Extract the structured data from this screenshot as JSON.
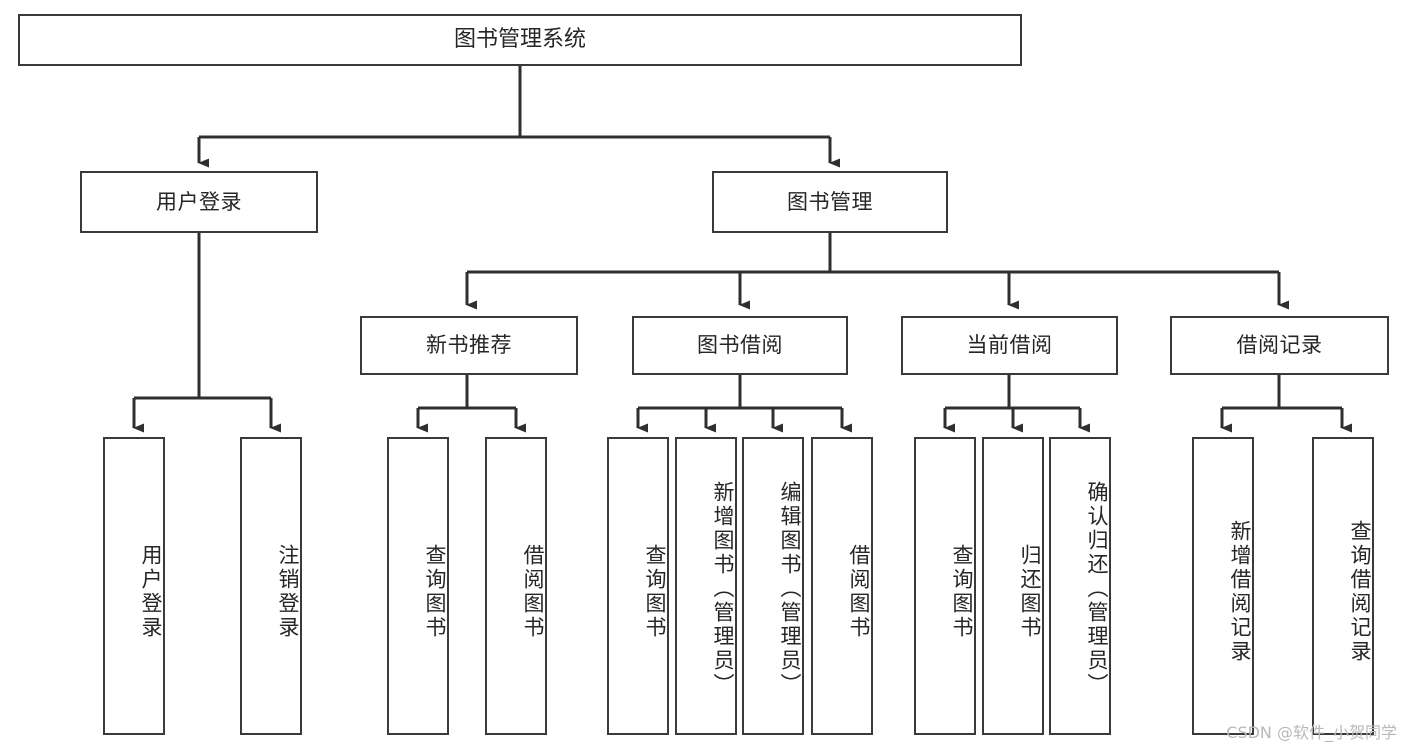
{
  "diagram": {
    "title": "图书管理系统",
    "type": "tree",
    "watermark": "CSDN @软件_小贺同学",
    "colors": {
      "border": "#3a3a3a",
      "text": "#262626",
      "background": "#ffffff",
      "edge": "#2f2f2f",
      "watermark": "#b9b9b9"
    },
    "levels": {
      "root": {
        "label": "图书管理系统"
      },
      "level2": [
        {
          "id": "user-login",
          "label": "用户登录"
        },
        {
          "id": "book-manage",
          "label": "图书管理"
        }
      ],
      "level3": [
        {
          "id": "new-book-recommend",
          "label": "新书推荐",
          "parent": "book-manage"
        },
        {
          "id": "book-borrow",
          "label": "图书借阅",
          "parent": "book-manage"
        },
        {
          "id": "current-borrow",
          "label": "当前借阅",
          "parent": "book-manage"
        },
        {
          "id": "borrow-record",
          "label": "借阅记录",
          "parent": "book-manage"
        }
      ],
      "leaves": [
        {
          "id": "leaf-user-login",
          "label": "用户登录",
          "parent": "user-login"
        },
        {
          "id": "leaf-logout-login",
          "label": "注销登录",
          "parent": "user-login"
        },
        {
          "id": "leaf-query-book-1",
          "label": "查询图书",
          "parent": "new-book-recommend"
        },
        {
          "id": "leaf-borrow-book-1",
          "label": "借阅图书",
          "parent": "new-book-recommend"
        },
        {
          "id": "leaf-query-book-2",
          "label": "查询图书",
          "parent": "book-borrow"
        },
        {
          "id": "leaf-add-book",
          "label": "新增图书（管理员）",
          "parent": "book-borrow"
        },
        {
          "id": "leaf-edit-book",
          "label": "编辑图书（管理员）",
          "parent": "book-borrow"
        },
        {
          "id": "leaf-borrow-book-2",
          "label": "借阅图书",
          "parent": "book-borrow"
        },
        {
          "id": "leaf-query-book-3",
          "label": "查询图书",
          "parent": "current-borrow"
        },
        {
          "id": "leaf-return-book",
          "label": "归还图书",
          "parent": "current-borrow"
        },
        {
          "id": "leaf-confirm-return",
          "label": "确认归还（管理员）",
          "parent": "current-borrow"
        },
        {
          "id": "leaf-add-record",
          "label": "新增借阅记录",
          "parent": "borrow-record"
        },
        {
          "id": "leaf-query-record",
          "label": "查询借阅记录",
          "parent": "borrow-record"
        }
      ]
    }
  }
}
